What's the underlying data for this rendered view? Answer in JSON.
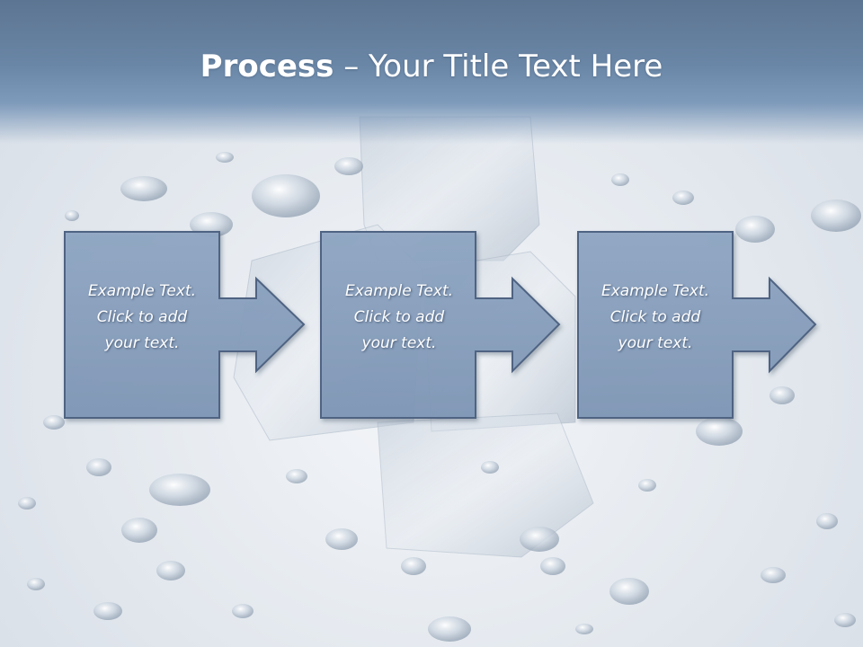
{
  "slide": {
    "title_bold": "Process",
    "title_separator": " – ",
    "title_rest": "Your Title Text Here"
  },
  "process": {
    "steps": [
      {
        "text": "Example Text.\nClick  to add\nyour text."
      },
      {
        "text": "Example Text.\nClick  to add\nyour text."
      },
      {
        "text": "Example Text.\nClick  to add\nyour text."
      }
    ]
  },
  "colors": {
    "header": "#6a86a6",
    "box_fill": "#889fbd",
    "box_stroke": "#4f6482",
    "text": "#ffffff"
  }
}
